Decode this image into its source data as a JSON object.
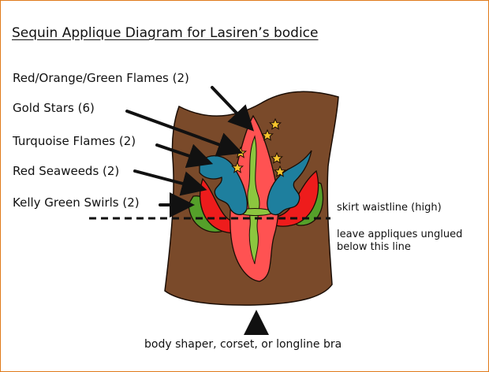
{
  "title": "Sequin Applique Diagram for Lasiren’s bodice",
  "callouts": [
    "Red/Orange/Green Flames (2)",
    "Gold Stars (6)",
    "Turquoise Flames (2)",
    "Red Seaweeds (2)",
    "Kelly Green Swirls (2)"
  ],
  "notes": {
    "waistline": "skirt waistline (high)",
    "unglued_line1": "leave appliques unglued",
    "unglued_line2": "below this line",
    "garment": "body shaper, corset, or longline bra"
  },
  "colors": {
    "border": "#e07a1a",
    "bodice": "#7a4a2a",
    "flame_red": "#ff5252",
    "flame_green": "#8cc63f",
    "turquoise": "#1e7f9e",
    "seaweed_red": "#ee1c1c",
    "swirl_green": "#55a02a",
    "star_gold": "#f7c52d"
  }
}
